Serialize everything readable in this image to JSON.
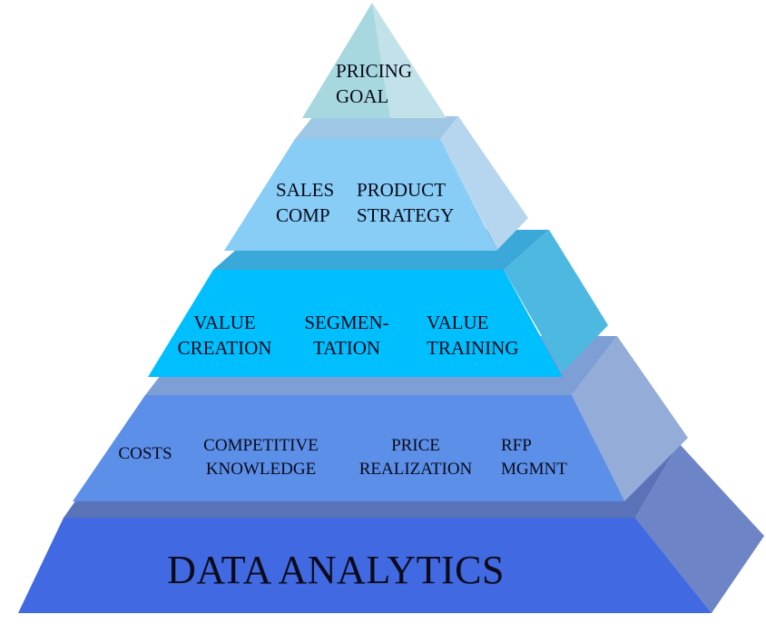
{
  "diagram": {
    "tiers": [
      {
        "name": "base",
        "colors": {
          "front": "#4169e1",
          "top": "#5a73b8",
          "side": "#6d84c7"
        },
        "labels": [
          {
            "text": "DATA ANALYTICS"
          }
        ]
      },
      {
        "name": "tier-2",
        "colors": {
          "front": "#5b8fe8",
          "top": "#7d9fd6",
          "side": "#93acd8"
        },
        "labels": [
          {
            "text": "COSTS"
          },
          {
            "text": "COMPETITIVE\nKNOWLEDGE"
          },
          {
            "text": "PRICE\nREALIZATION"
          },
          {
            "text": "RFP\nMGMNT"
          }
        ]
      },
      {
        "name": "tier-3",
        "colors": {
          "front": "#00bfff",
          "top": "#3aa8d8",
          "side": "#4db8e0"
        },
        "labels": [
          {
            "text": "VALUE\nCREATION"
          },
          {
            "text": "SEGMEN-\nTATION"
          },
          {
            "text": "VALUE\nTRAINING"
          }
        ]
      },
      {
        "name": "tier-4",
        "colors": {
          "front": "#87cdf5",
          "top": "#9ec7e6",
          "side": "#b5d6ee"
        },
        "labels": [
          {
            "text": "SALES\nCOMP"
          },
          {
            "text": "PRODUCT\nSTRATEGY"
          }
        ]
      },
      {
        "name": "apex",
        "colors": {
          "front": "#a7d8e0",
          "side": "#c0e2e8"
        },
        "labels": [
          {
            "text": "PRICING\nGOAL"
          }
        ]
      }
    ]
  }
}
